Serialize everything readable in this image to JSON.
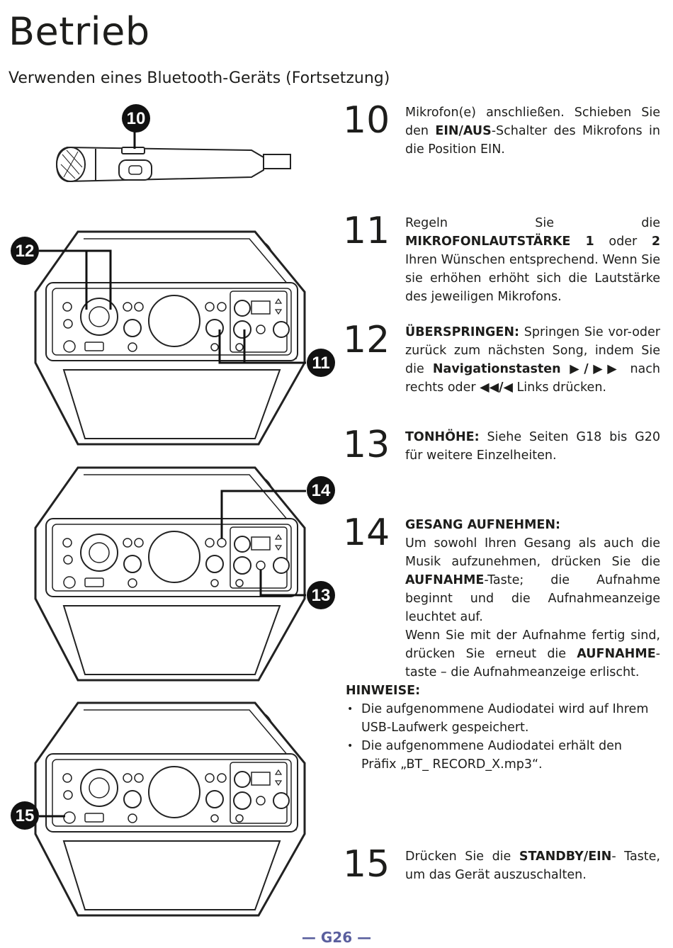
{
  "header": {
    "title": "Betrieb",
    "subtitle": "Verwenden eines Bluetooth-Geräts (Fortsetzung)"
  },
  "callouts": [
    "10",
    "12",
    "11",
    "14",
    "13",
    "15"
  ],
  "steps": [
    {
      "number": "10",
      "parts": [
        {
          "t": "Mikrofon(e) anschließen. Schieben Sie den "
        },
        {
          "t": "EIN/AUS",
          "b": true
        },
        {
          "t": "-Schalter des Mikrofons in die Position EIN."
        }
      ]
    },
    {
      "number": "11",
      "parts": [
        {
          "t": "Regeln Sie die "
        },
        {
          "t": "MIKROFONLAUTSTÄRKE 1",
          "b": true
        },
        {
          "t": " oder "
        },
        {
          "t": "2",
          "b": true
        },
        {
          "t": " Ihren Wünschen entsprechend. Wenn Sie sie erhöhen erhöht sich die Lautstärke des jeweiligen Mikrofons."
        }
      ]
    },
    {
      "number": "12",
      "parts": [
        {
          "t": "ÜBERSPRINGEN:",
          "b": true
        },
        {
          "t": " Springen Sie vor-oder zurück zum nächsten Song, indem Sie die "
        },
        {
          "t": "Navigationstasten ▶/▶▶",
          "b": true
        },
        {
          "t": " nach rechts oder "
        },
        {
          "t": "◀◀/◀",
          "b": true
        },
        {
          "t": " Links drücken."
        }
      ]
    },
    {
      "number": "13",
      "parts": [
        {
          "t": "TONHÖHE:",
          "b": true
        },
        {
          "t": " Siehe Seiten G18 bis G20 für weitere Einzelheiten."
        }
      ]
    },
    {
      "number": "14",
      "parts": [
        {
          "t": "GESANG AUFNEHMEN:",
          "b": true
        },
        {
          "t": "\nUm sowohl Ihren Gesang als auch die Musik aufzunehmen, drücken Sie die "
        },
        {
          "t": "AUFNAHME",
          "b": true
        },
        {
          "t": "-Taste; die Aufnahme beginnt und die Aufnahmeanzeige leuchtet auf.\nWenn Sie mit der Aufnahme fertig sind, drücken Sie erneut die "
        },
        {
          "t": "AUFNAHME",
          "b": true
        },
        {
          "t": "-taste – die Aufnahmeanzeige erlischt."
        }
      ]
    },
    {
      "number": "15",
      "parts": [
        {
          "t": "Drücken Sie die "
        },
        {
          "t": "STANDBY/EIN",
          "b": true
        },
        {
          "t": "- Taste, um das Gerät auszuschalten."
        }
      ]
    }
  ],
  "notes": {
    "title": "HINWEISE:",
    "items": [
      "Die aufgenommene Audiodatei wird auf Ihrem USB-Laufwerk gespeichert.",
      "Die aufgenommene Audiodatei erhält den Präfix „BT_ RECORD_X.mp3“."
    ]
  },
  "footer": {
    "page": "— G26 —"
  }
}
